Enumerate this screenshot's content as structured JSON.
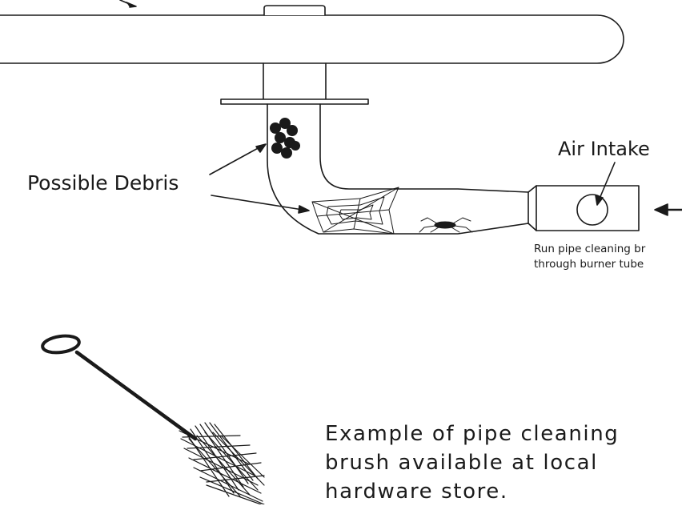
{
  "labels": {
    "possible_debris": "Possible Debris",
    "air_intake": "Air Intake",
    "instruction_line1": "Run pipe cleaning br",
    "instruction_line2": "through burner tube",
    "brush_caption_line1": "Example of pipe cleaning",
    "brush_caption_line2": "brush available at local",
    "brush_caption_line3": "hardware store."
  },
  "colors": {
    "ink": "#1a1a1a",
    "background": "#ffffff"
  }
}
